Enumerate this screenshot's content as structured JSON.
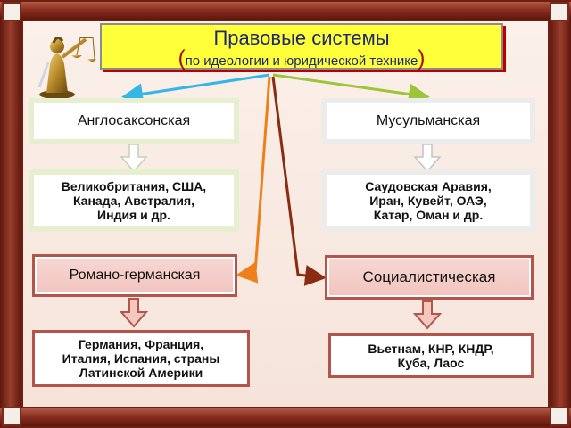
{
  "title": {
    "line1": "Правовые системы",
    "paren_open": "(",
    "line2": "по идеологии и юридической технике",
    "paren_close": ")"
  },
  "systems": {
    "anglo": {
      "name": "Англосаксонская",
      "countries": [
        "Великобритания, США,",
        "Канада, Австралия,",
        "Индия и др."
      ]
    },
    "muslim": {
      "name": "Мусульманская",
      "countries": [
        "Саудовская Аравия,",
        "Иран, Кувейт, ОАЭ,",
        "Катар, Оман и др."
      ]
    },
    "romano": {
      "name": "Романо-германская",
      "countries": [
        "Германия, Франция,",
        "Италия, Испания, страны",
        "Латинской Америки"
      ]
    },
    "socialist": {
      "name": "Социалистическая",
      "countries": [
        "Вьетнам, КНР, КНДР,",
        "Куба, Лаос"
      ]
    }
  },
  "icons": {
    "justice": "justice-statue-icon"
  },
  "colors": {
    "title_bg": "#ffff3a",
    "title_text": "#1c2a6b",
    "arrow_blue": "#35b6e6",
    "arrow_green": "#9cc53a",
    "arrow_orange": "#ef7f1a",
    "arrow_brown": "#8a2c10"
  }
}
